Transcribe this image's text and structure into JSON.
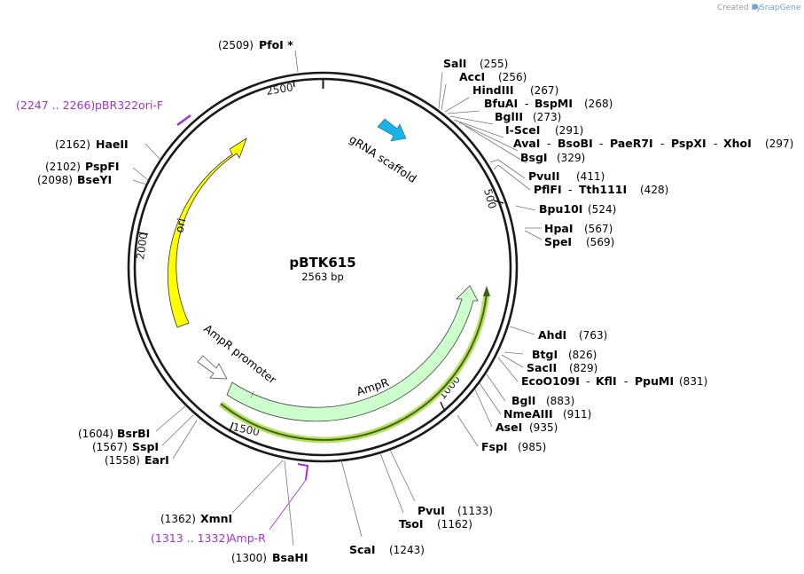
{
  "credit": {
    "prefix": "Created by",
    "brand": "SnapGene"
  },
  "plasmid": {
    "name": "pBTK615",
    "length_label": "2563 bp"
  },
  "ruler": [
    "500",
    "1000",
    "1500",
    "2000",
    "2500"
  ],
  "features": {
    "grna": "gRNA scaffold",
    "ori": "ori",
    "ampr": "AmpR",
    "ampr_promoter": "AmpR promoter"
  },
  "sites": {
    "pfoi": {
      "name": "PfoI *",
      "pos": "(2509)"
    },
    "sali": {
      "name": "SalI",
      "pos": "(255)"
    },
    "acci": {
      "name": "AccI",
      "pos": "(256)"
    },
    "hindiii": {
      "name": "HindIII",
      "pos": "(267)"
    },
    "bfuai": {
      "name": "BfuAI",
      "sep": " - ",
      "name2": "BspMI",
      "pos": "(268)"
    },
    "bglii": {
      "name": "BglII",
      "pos": "(273)"
    },
    "iscei": {
      "name": "I-SceI",
      "pos": "(291)"
    },
    "avai": {
      "name": "AvaI",
      "sep1": " - ",
      "name2": "BsoBI",
      "sep2": " - ",
      "name3": "PaeR7I",
      "sep3": " - ",
      "name4": "PspXI",
      "sep4": " - ",
      "name5": "XhoI",
      "pos": "(297)"
    },
    "bsgi": {
      "name": "BsgI",
      "pos": "(329)"
    },
    "pvuii": {
      "name": "PvuII",
      "pos": "(411)"
    },
    "pflfi": {
      "name": "PflFI",
      "sep": " - ",
      "name2": "Tth111I",
      "pos": "(428)"
    },
    "bpu10i": {
      "name": "Bpu10I",
      "pos": "(524)"
    },
    "hpai": {
      "name": "HpaI",
      "pos": "(567)"
    },
    "spei": {
      "name": "SpeI",
      "pos": "(569)"
    },
    "ahdi": {
      "name": "AhdI",
      "pos": "(763)"
    },
    "btgi": {
      "name": "BtgI",
      "pos": "(826)"
    },
    "sacii": {
      "name": "SacII",
      "pos": "(829)"
    },
    "eco": {
      "name": "EcoO109I",
      "sep1": " - ",
      "name2": "KflI",
      "sep2": " - ",
      "name3": "PpuMI",
      "pos": "(831)"
    },
    "bgli": {
      "name": "BglI",
      "pos": "(883)"
    },
    "nmeaiii": {
      "name": "NmeAIII",
      "pos": "(911)"
    },
    "asei": {
      "name": "AseI",
      "pos": "(935)"
    },
    "fspi": {
      "name": "FspI",
      "pos": "(985)"
    },
    "pvui": {
      "name": "PvuI",
      "pos": "(1133)"
    },
    "tsoi": {
      "name": "TsoI",
      "pos": "(1162)"
    },
    "scai": {
      "name": "ScaI",
      "pos": "(1243)"
    },
    "bsahi": {
      "name": "BsaHI",
      "pos": "(1300)"
    },
    "xmni": {
      "name": "XmnI",
      "pos": "(1362)"
    },
    "bsrbi": {
      "name": "BsrBI",
      "pos": "(1604)"
    },
    "sspi": {
      "name": "SspI",
      "pos": "(1567)"
    },
    "eari": {
      "name": "EarI",
      "pos": "(1558)"
    },
    "bseyi": {
      "name": "BseYI",
      "pos": "(2098)"
    },
    "pspfi": {
      "name": "PspFI",
      "pos": "(2102)"
    },
    "haeii": {
      "name": "HaeII",
      "pos": "(2162)"
    }
  },
  "primers": {
    "amp_r": {
      "range": "(1313 .. 1332)",
      "name": "Amp-R"
    },
    "pbr322": {
      "range": "(2247 .. 2266)",
      "name": "pBR322ori-F"
    }
  },
  "colors": {
    "backbone": "#1a1a1a",
    "ori": "#ffff00",
    "ampr": "#ccffcc",
    "ampr_highlight": "#b6e05a",
    "ampr_cds_line": "#3f5f1f",
    "grna": "#1ab3e8",
    "primer": "#a430d8",
    "leader": "#777777"
  }
}
